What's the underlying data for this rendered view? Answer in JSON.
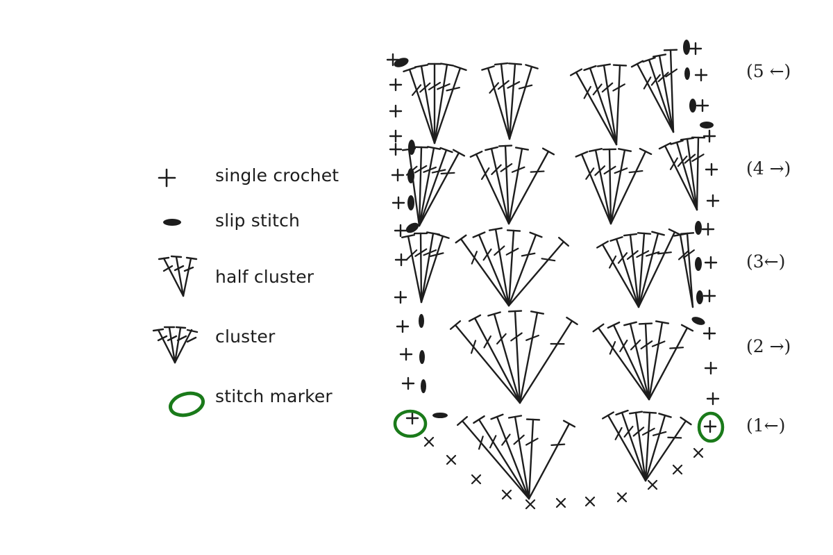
{
  "legend": {
    "items": [
      {
        "icon": "plus-icon",
        "label": "single crochet"
      },
      {
        "icon": "oval-icon",
        "label": "slip stitch"
      },
      {
        "icon": "half-cluster-icon",
        "label": "half cluster"
      },
      {
        "icon": "cluster-icon",
        "label": "cluster"
      },
      {
        "icon": "ring-icon",
        "label": "stitch marker",
        "color": "#1a7a1a"
      }
    ]
  },
  "rows": [
    {
      "label": "(5 ←)"
    },
    {
      "label": "(4 →)"
    },
    {
      "label": "(3←)"
    },
    {
      "label": "(2 →)"
    },
    {
      "label": "(1←)"
    }
  ],
  "colors": {
    "ink": "#1d1d1d",
    "marker": "#1a7a1a",
    "background": "#ffffff"
  }
}
